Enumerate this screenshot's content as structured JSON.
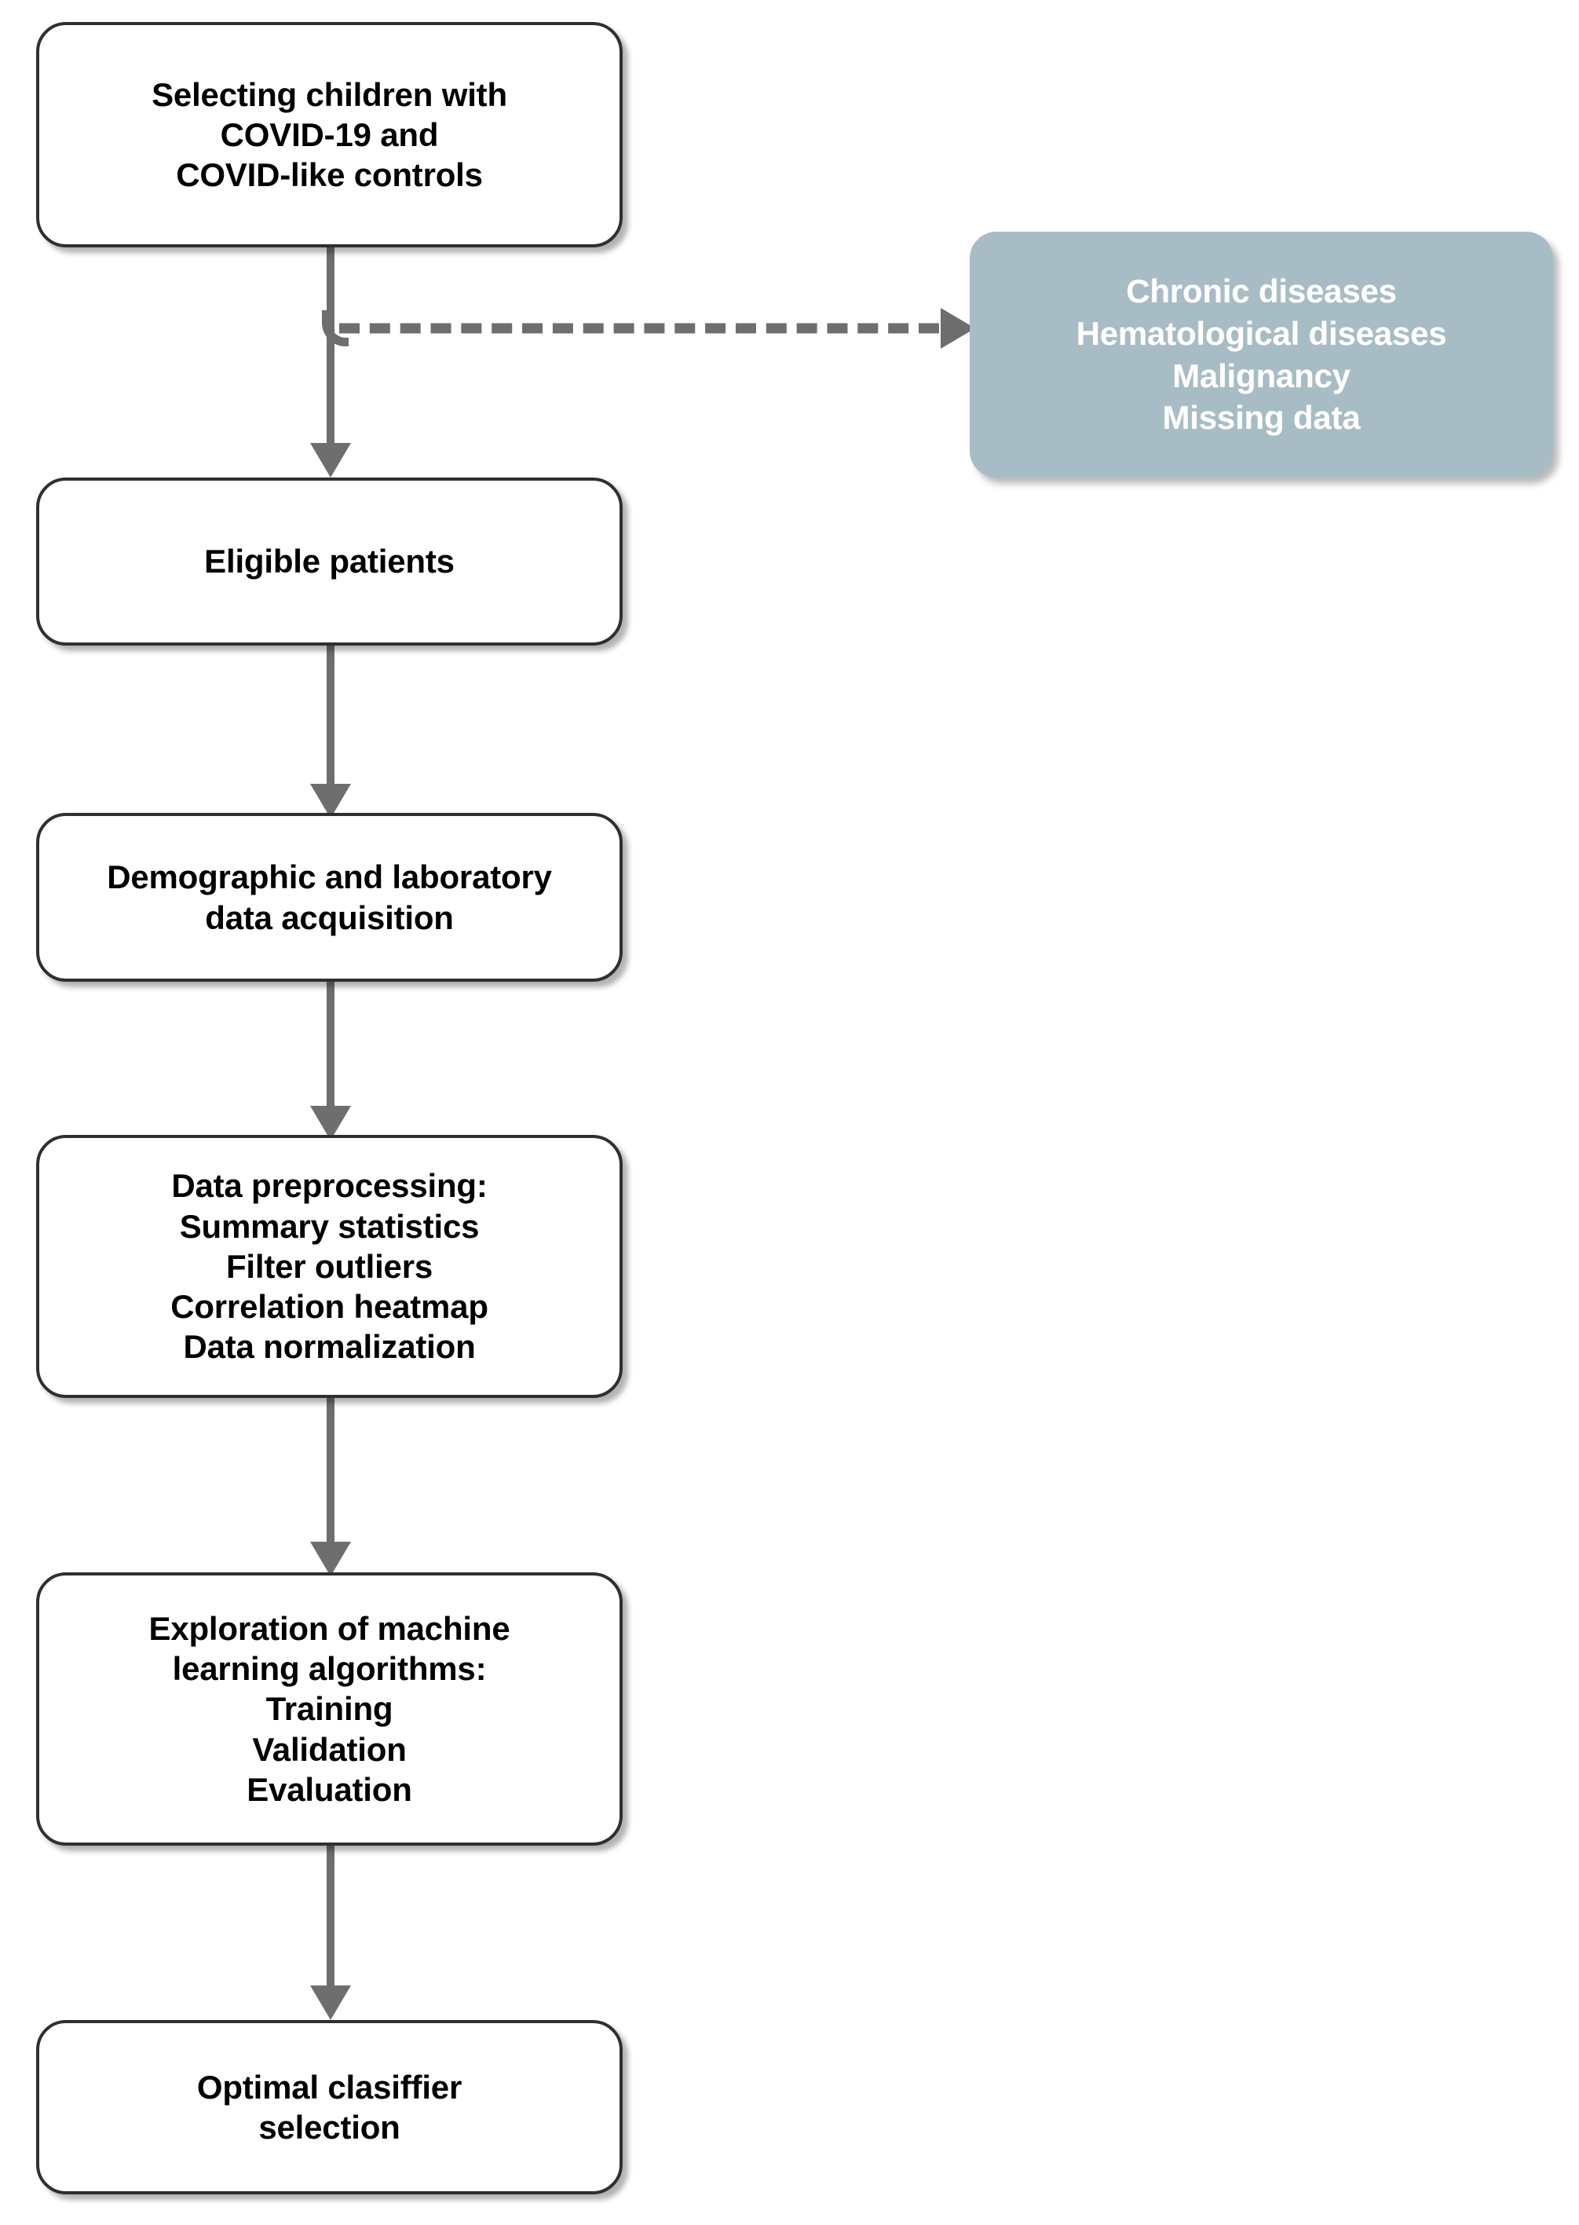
{
  "diagram": {
    "title": "Study workflow flowchart",
    "colors": {
      "box_border": "#2f2f2f",
      "box_fill": "#ffffff",
      "exclusion_fill": "#a8bcc5",
      "exclusion_text": "#ffffff",
      "arrow": "#6e6e6e",
      "text": "#000000"
    },
    "nodes": [
      {
        "id": "selection",
        "label": "Selecting children with\nCOVID-19 and\nCOVID-like controls",
        "type": "process"
      },
      {
        "id": "eligible",
        "label": "Eligible patients",
        "type": "process"
      },
      {
        "id": "acquisition",
        "label": "Demographic and laboratory\ndata acquisition",
        "type": "process"
      },
      {
        "id": "preprocessing",
        "label": "Data preprocessing:\nSummary statistics\nFilter outliers\nCorrelation heatmap\nData normalization",
        "type": "process"
      },
      {
        "id": "ml-exploration",
        "label": "Exploration of machine\nlearning algorithms:\nTraining\nValidation\nEvaluation",
        "type": "process"
      },
      {
        "id": "classifier",
        "label": "Optimal clasiffier\nselection",
        "type": "process"
      },
      {
        "id": "exclusions",
        "label": "Chronic diseases\nHematological diseases\nMalignancy\nMissing data",
        "type": "exclusion"
      }
    ],
    "edges": [
      {
        "id": "e1",
        "from": "selection",
        "to": "eligible",
        "style": "solid"
      },
      {
        "id": "e2",
        "from": "eligible",
        "to": "acquisition",
        "style": "solid"
      },
      {
        "id": "e3",
        "from": "acquisition",
        "to": "preprocessing",
        "style": "solid"
      },
      {
        "id": "e4",
        "from": "preprocessing",
        "to": "ml-exploration",
        "style": "solid"
      },
      {
        "id": "e5",
        "from": "ml-exploration",
        "to": "classifier",
        "style": "solid"
      },
      {
        "id": "e6",
        "from": "selection",
        "to": "exclusions",
        "style": "dashed"
      }
    ]
  }
}
